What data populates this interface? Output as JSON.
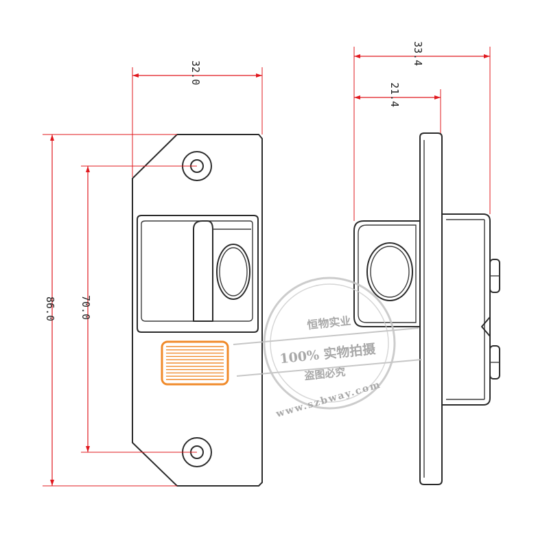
{
  "dimensions": {
    "width_front": "32.0",
    "height_total": "86.0",
    "hole_spacing": "70.0",
    "depth_total": "33.4",
    "depth_body": "21.4"
  },
  "watermark": {
    "line1": "恒物实业",
    "line2": "100% 实物拍摄",
    "line3": "盗图必究",
    "url": "www.szbway.com"
  },
  "colors": {
    "dimension_line": "#e0181e",
    "outline": "#2a2a2a",
    "slide_button": "#f08a2a"
  }
}
